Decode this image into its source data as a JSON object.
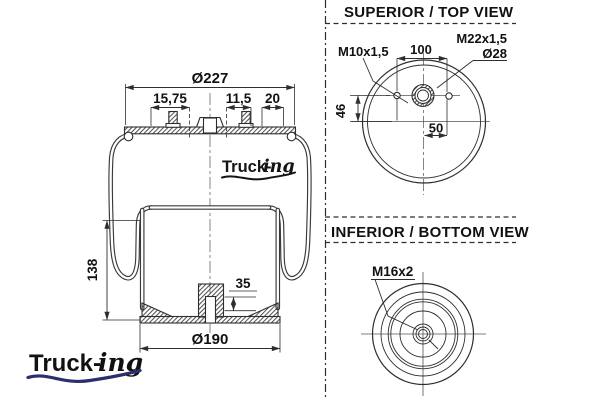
{
  "side_view": {
    "dimensions": {
      "plate_diameter": "Ø227",
      "dim_15_75": "15,75",
      "dim_11_5": "11,5",
      "dim_20": "20",
      "height_138": "138",
      "dim_35": "35",
      "piston_diameter": "Ø190"
    },
    "logo_on_bellows": {
      "word": "Truck-",
      "suffix": "ing"
    }
  },
  "top_view": {
    "title": "SUPERIOR / TOP VIEW",
    "labels": {
      "stud_thread": "M10x1,5",
      "stud_spacing": "100",
      "center_thread": "M22x1,5",
      "center_hole_diameter": "Ø28",
      "vertical_offset": "46",
      "horizontal_offset": "50"
    }
  },
  "bottom_view": {
    "title": "INFERIOR / BOTTOM VIEW",
    "labels": {
      "center_thread": "M16x2"
    }
  },
  "brand_logo": {
    "word": "Truck-",
    "suffix": "ing",
    "colors": {
      "word": "#2a2f6e",
      "suffix": "#ee7a18"
    }
  },
  "drawing_colors": {
    "line": "#2e2e2e",
    "centerline": "#666666",
    "text": "#111111"
  }
}
